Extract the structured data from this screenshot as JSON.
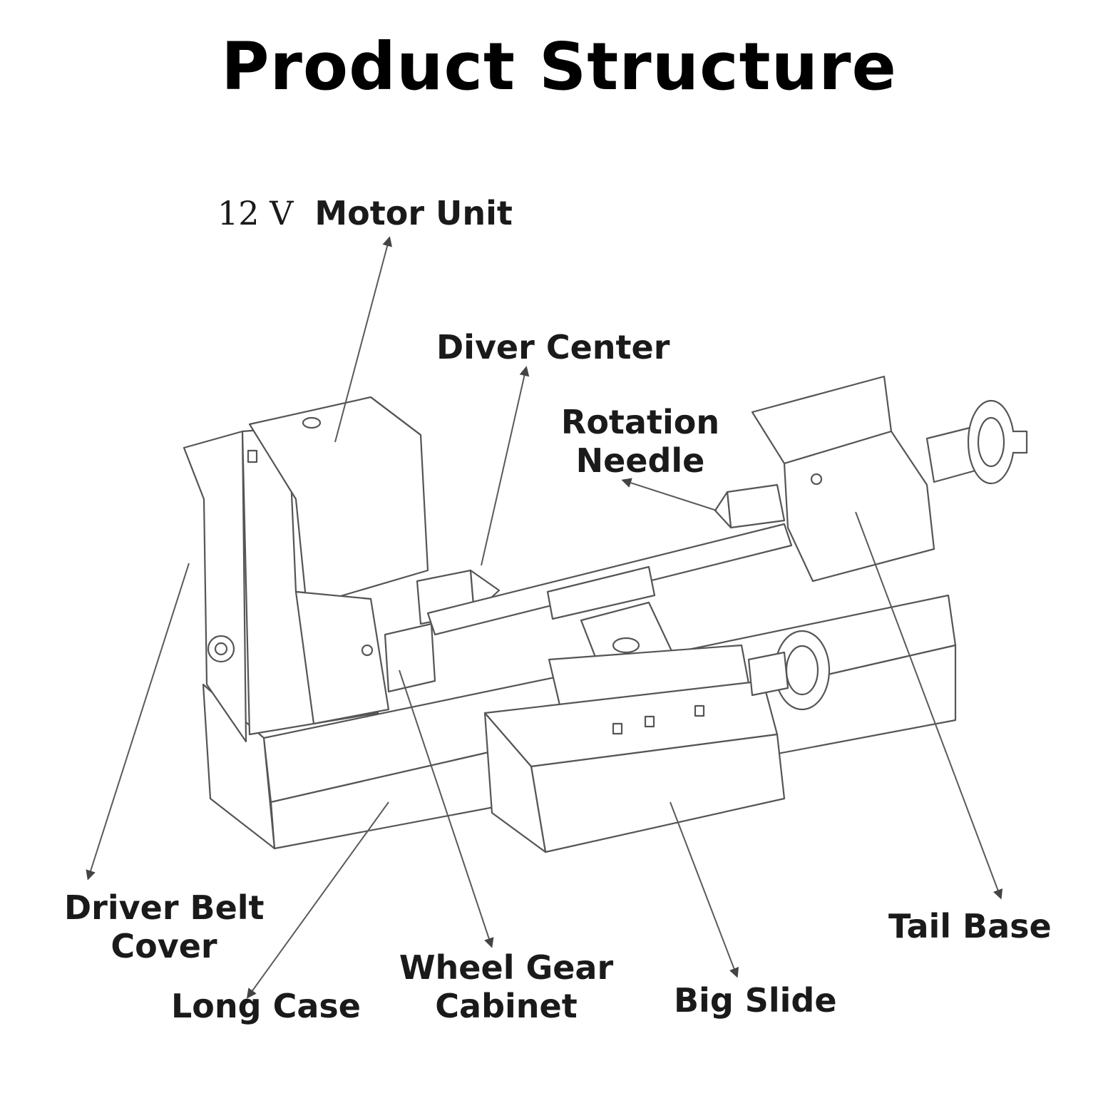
{
  "title": "Product Structure",
  "labels": {
    "motor_unit": {
      "voltage": "12 V",
      "name": "Motor Unit"
    },
    "diver_center": "Diver Center",
    "rotation_needle": [
      "Rotation",
      "Needle"
    ],
    "driver_belt_cover": [
      "Driver Belt",
      "Cover"
    ],
    "long_case": "Long Case",
    "wheel_gear_cabinet": [
      "Wheel Gear",
      "Cabinet"
    ],
    "big_slide": "Big Slide",
    "tail_base": "Tail Base"
  },
  "colors": {
    "line": "#5a5a5a",
    "text": "#1a1a1a",
    "background": "#ffffff"
  }
}
